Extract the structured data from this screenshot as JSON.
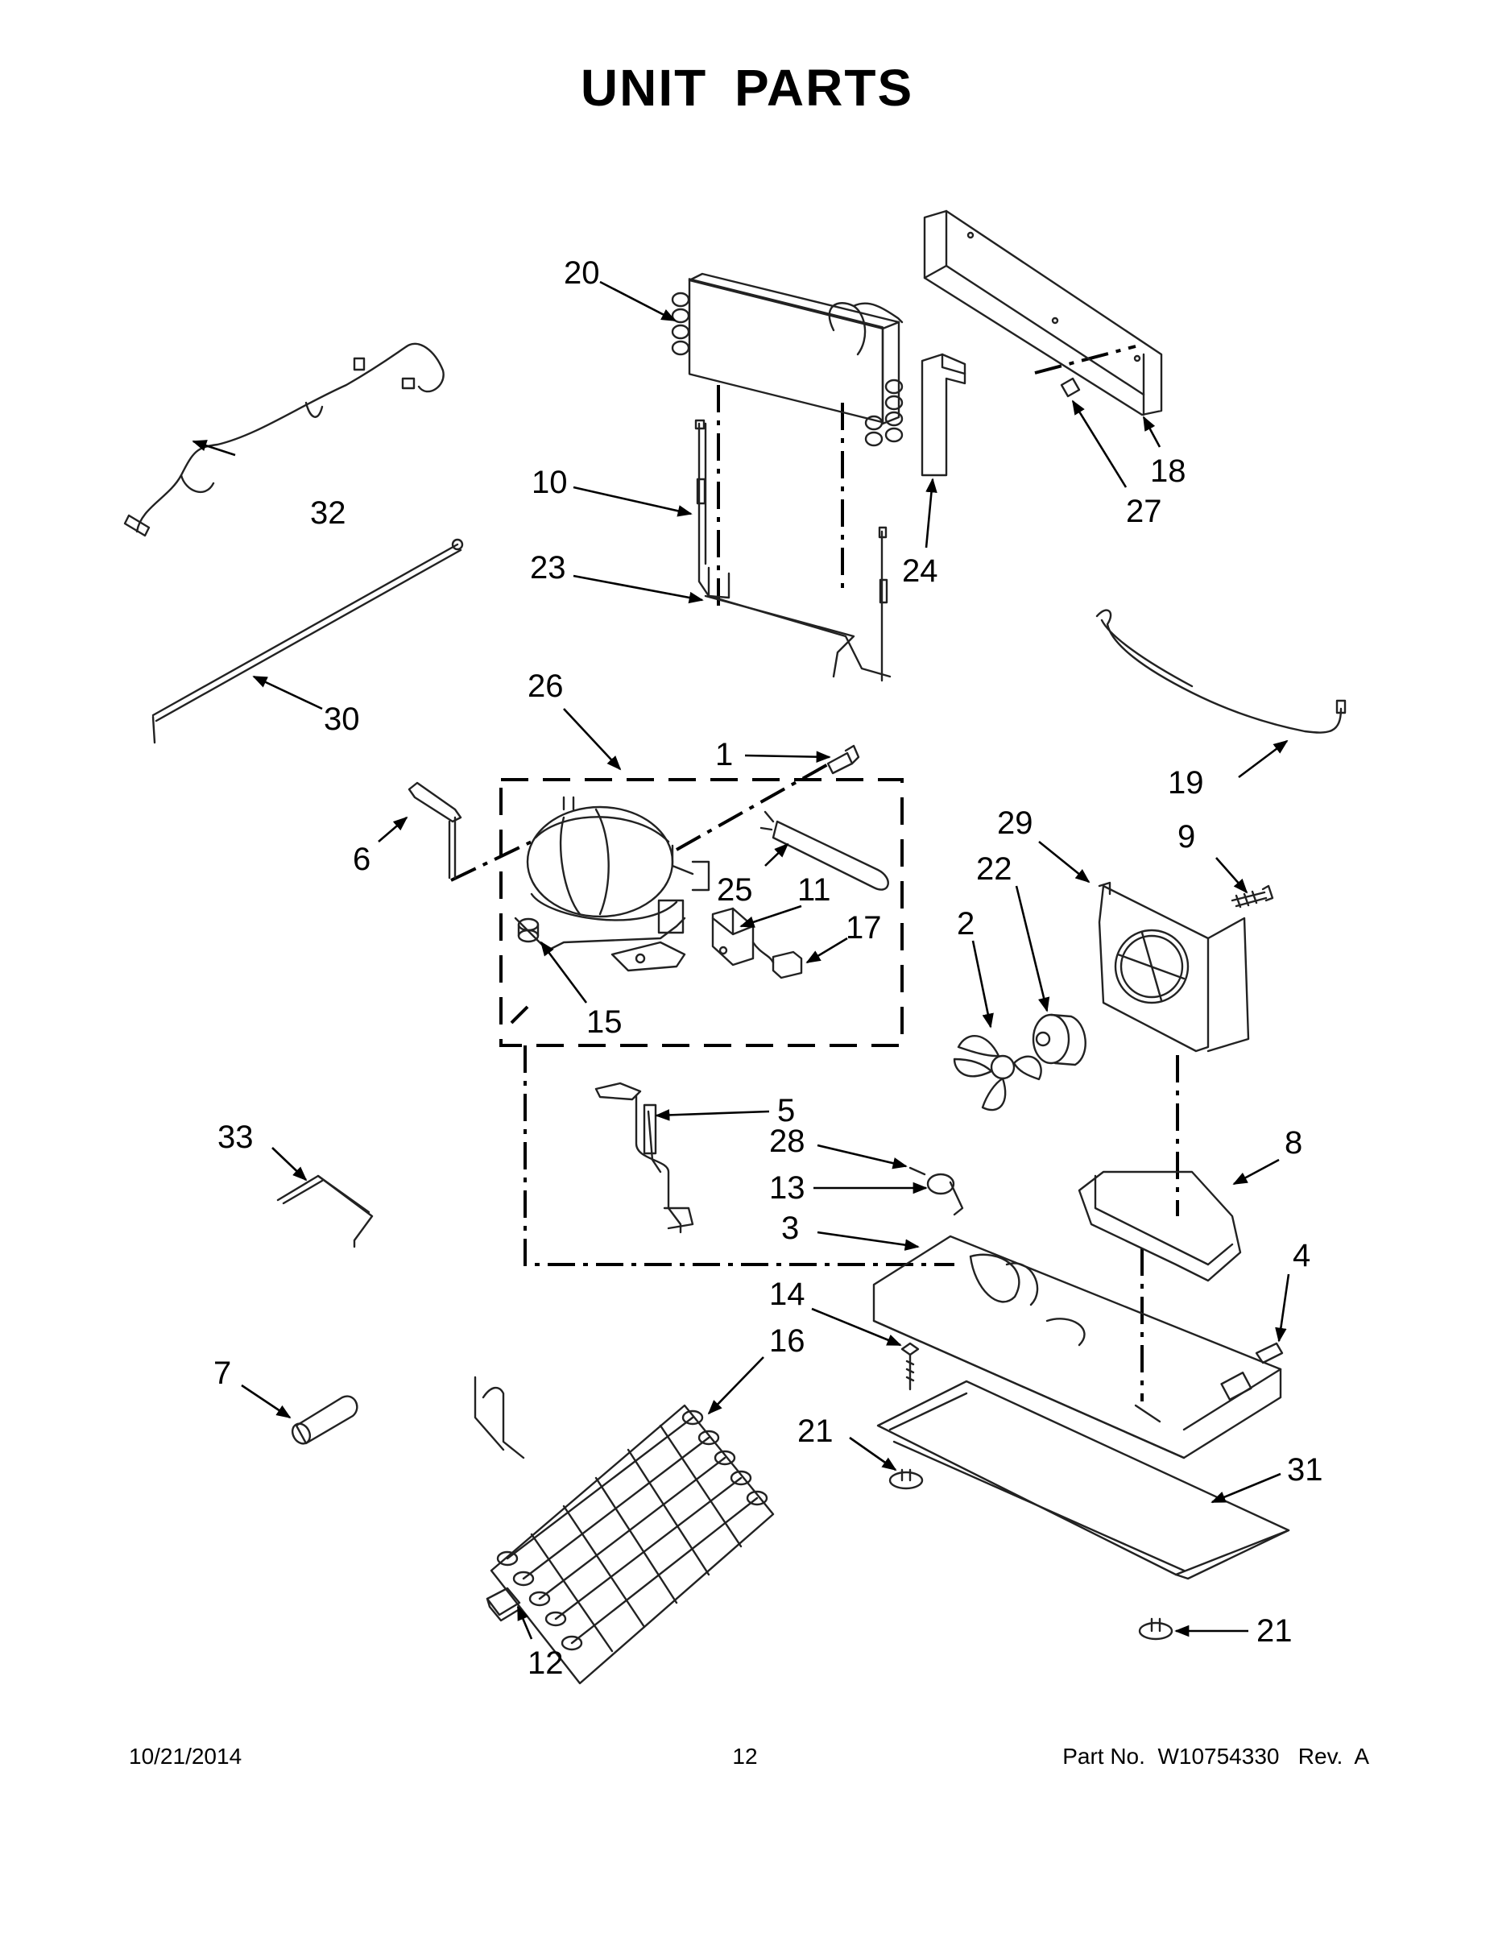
{
  "page": {
    "title": "UNIT  PARTS",
    "footer": {
      "date": "10/21/2014",
      "page_number": "12",
      "part_number": "Part No.  W10754330   Rev.  A"
    }
  },
  "diagram": {
    "callouts": [
      "1",
      "2",
      "3",
      "4",
      "5",
      "6",
      "7",
      "8",
      "9",
      "10",
      "11",
      "12",
      "13",
      "14",
      "15",
      "16",
      "17",
      "18",
      "19",
      "20",
      "21",
      "21",
      "22",
      "23",
      "24",
      "25",
      "26",
      "27",
      "28",
      "29",
      "30",
      "31",
      "32",
      "33"
    ]
  }
}
